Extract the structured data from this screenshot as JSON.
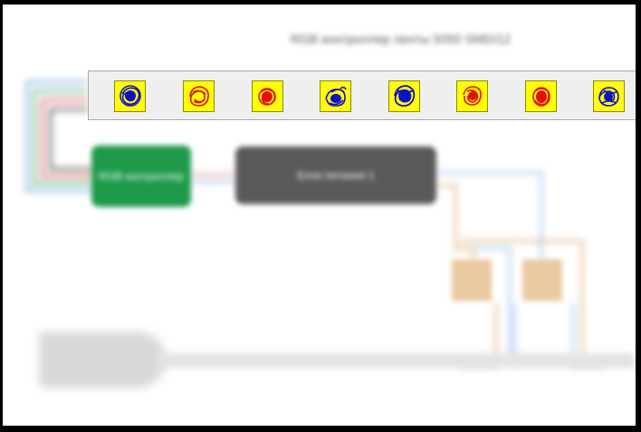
{
  "diagram": {
    "caption": "RGB контроллер ленты 5050 SMD/12",
    "controller_label": "RGB контроллер",
    "power_label": "Блок питания 1"
  },
  "palette": {
    "colors": {
      "swatch_background": "#ffff00",
      "blue_scribble": "#1010c8",
      "red_scribble": "#e41010",
      "wire_blue": "#4a90e0",
      "wire_green": "#1a9a3a",
      "wire_red": "#d02020",
      "wire_black": "#111111"
    },
    "items": [
      {
        "icon": "blue-scribble-icon",
        "color": "blue"
      },
      {
        "icon": "red-scribble-icon",
        "color": "red"
      },
      {
        "icon": "red-scribble-icon",
        "color": "red"
      },
      {
        "icon": "blue-scribble-icon",
        "color": "blue"
      },
      {
        "icon": "blue-scribble-icon",
        "color": "blue"
      },
      {
        "icon": "red-scribble-icon",
        "color": "red"
      },
      {
        "icon": "red-scribble-icon",
        "color": "red"
      },
      {
        "icon": "blue-scribble-icon",
        "color": "blue"
      }
    ]
  }
}
